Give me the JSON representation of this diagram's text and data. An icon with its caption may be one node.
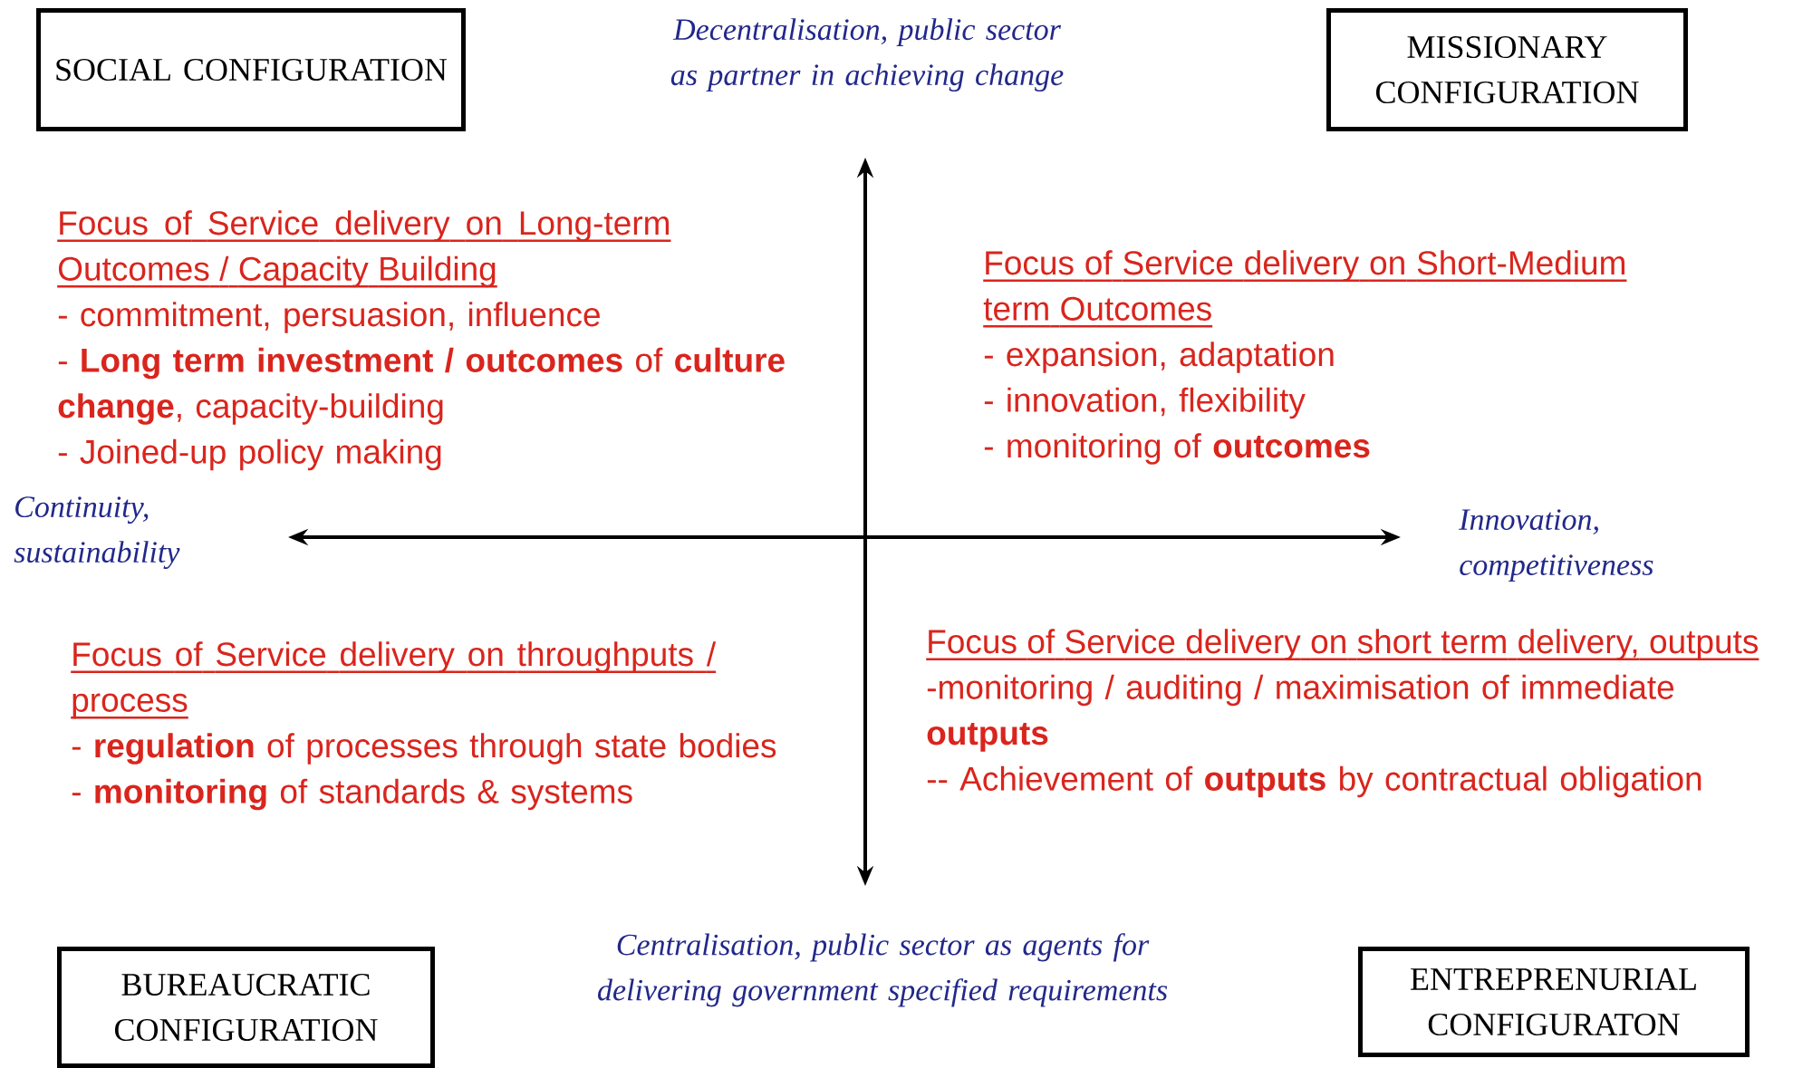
{
  "diagram": {
    "nodes": [
      {
        "text": [
          "SOCIAL CONFIGURATION"
        ]
      },
      {
        "text": [
          "MISSIONARY CONFIGURATION"
        ]
      },
      {
        "text": [
          "BUREAUCRATIC CONFIGURATION"
        ]
      },
      {
        "text": [
          "ENTREPRENURIAL CONFIGURATON"
        ]
      }
    ],
    "labels": [
      "Decentralisation, public sector as partner in achieving change",
      "Focus of Service delivery on Long-term Outcomes / Capacity Building",
      "- commitment, persuasion, influence",
      "- **Long term investment / outcomes** of **culture change**, capacity-building",
      "- Joined-up policy making",
      "Focus of Service delivery on Short-Medium term Outcomes",
      "- expansion, adaptation",
      "- innovation, flexibility",
      "- monitoring of **outcomes**",
      "Continuity, sustainability",
      "Innovation, competitiveness",
      "Focus of Service delivery on throughputs / process",
      "- **regulation** of processes through state bodies",
      "- **monitoring** of standards & systems",
      "Focus of Service delivery on short term delivery, outputs",
      "-monitoring / auditing / maximisation of immediate **outputs**",
      "-- Achievement of **outputs** by contractual obligation",
      "Centralisation, public sector as agents for delivering government specified requirements"
    ]
  }
}
